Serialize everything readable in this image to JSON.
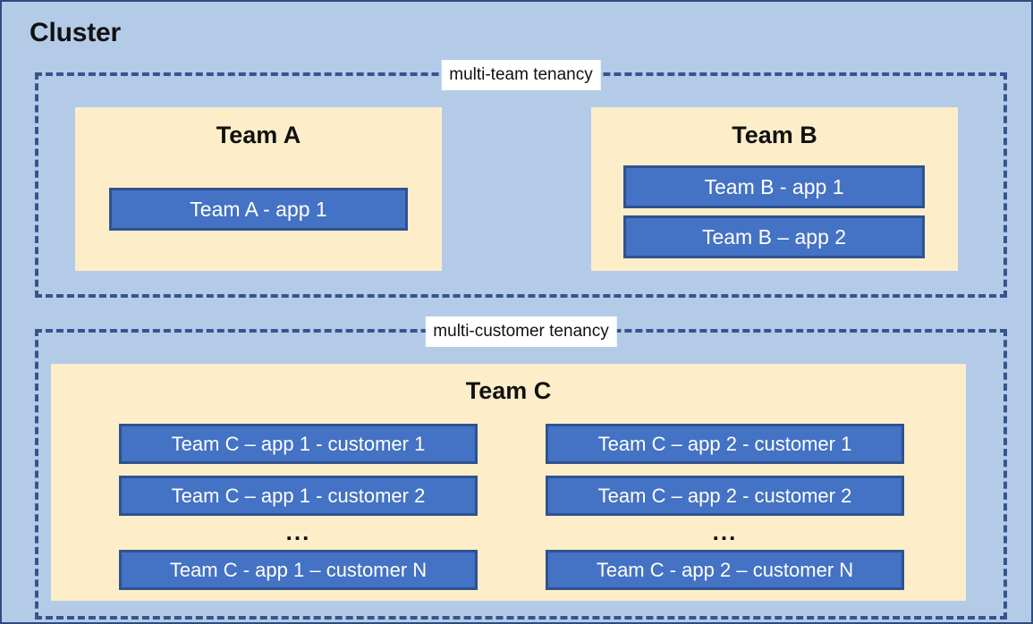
{
  "diagram": {
    "title": "Cluster",
    "background_color": "#b4cbe8",
    "border_color": "#2f4c7e",
    "panel_color": "#fdeec9",
    "app_color": "#4472c4",
    "app_border_color": "#2f528f",
    "dashed_border_color": "#36548f"
  },
  "regions": [
    {
      "label": "multi-team tenancy"
    },
    {
      "label": "multi-customer tenancy"
    }
  ],
  "teams": {
    "a": {
      "heading": "Team A",
      "apps": [
        {
          "label": "Team A - app 1"
        }
      ]
    },
    "b": {
      "heading": "Team B",
      "apps": [
        {
          "label": "Team B - app 1"
        },
        {
          "label": "Team B – app 2"
        }
      ]
    },
    "c": {
      "heading": "Team C",
      "ellipsis": "...",
      "app1_customers": [
        {
          "label": "Team C – app 1 - customer 1"
        },
        {
          "label": "Team C – app 1 - customer 2"
        },
        {
          "label": "Team C - app 1 – customer N"
        }
      ],
      "app2_customers": [
        {
          "label": "Team C – app 2 - customer 1"
        },
        {
          "label": "Team C – app 2 - customer 2"
        },
        {
          "label": "Team C - app 2 – customer N"
        }
      ]
    }
  }
}
